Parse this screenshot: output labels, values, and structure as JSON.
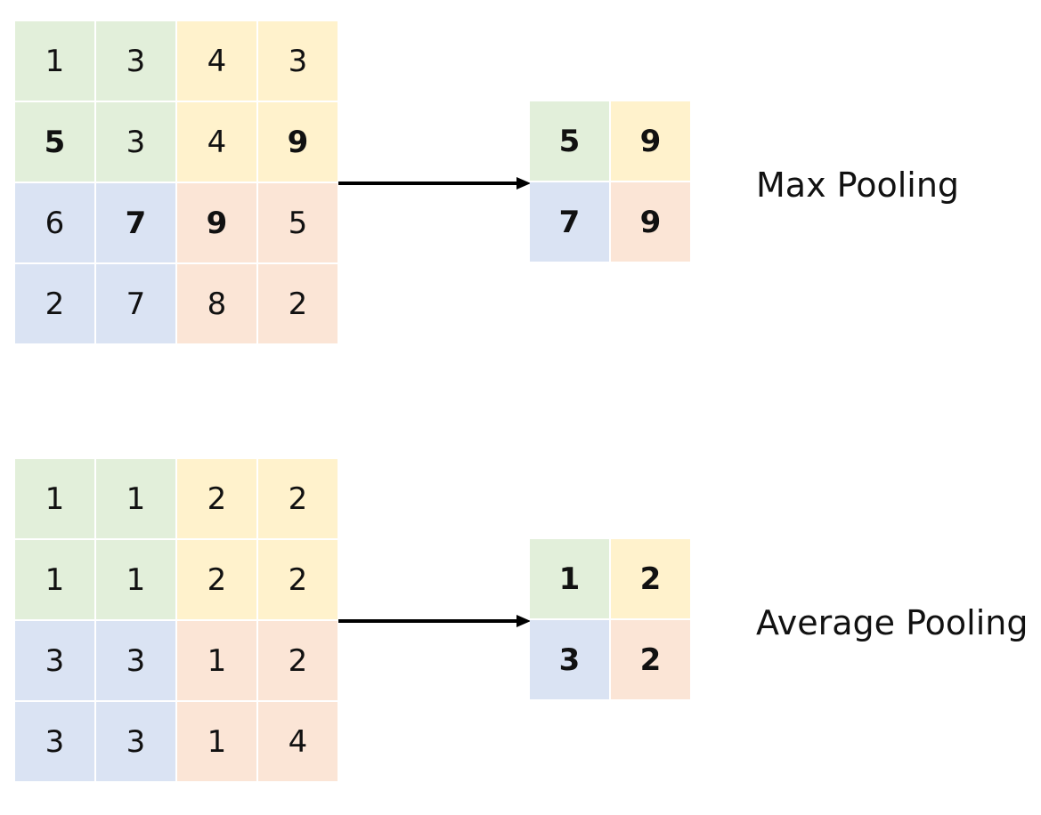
{
  "colors": {
    "green": "#e2efda",
    "yellow": "#fff2cc",
    "blue": "#dae3f3",
    "peach": "#fbe5d6",
    "arrow": "#000000"
  },
  "max_pooling": {
    "label": "Max Pooling",
    "input": [
      [
        "1",
        "3",
        "4",
        "3"
      ],
      [
        "5",
        "3",
        "4",
        "9"
      ],
      [
        "6",
        "7",
        "9",
        "5"
      ],
      [
        "2",
        "7",
        "8",
        "2"
      ]
    ],
    "input_bold": [
      [
        1,
        0
      ],
      [
        1,
        3
      ],
      [
        2,
        1
      ],
      [
        2,
        2
      ]
    ],
    "output": [
      [
        "5",
        "9"
      ],
      [
        "7",
        "9"
      ]
    ]
  },
  "average_pooling": {
    "label": "Average Pooling",
    "input": [
      [
        "1",
        "1",
        "2",
        "2"
      ],
      [
        "1",
        "1",
        "2",
        "2"
      ],
      [
        "3",
        "3",
        "1",
        "2"
      ],
      [
        "3",
        "3",
        "1",
        "4"
      ]
    ],
    "input_bold": [],
    "output": [
      [
        "1",
        "2"
      ],
      [
        "3",
        "2"
      ]
    ]
  }
}
